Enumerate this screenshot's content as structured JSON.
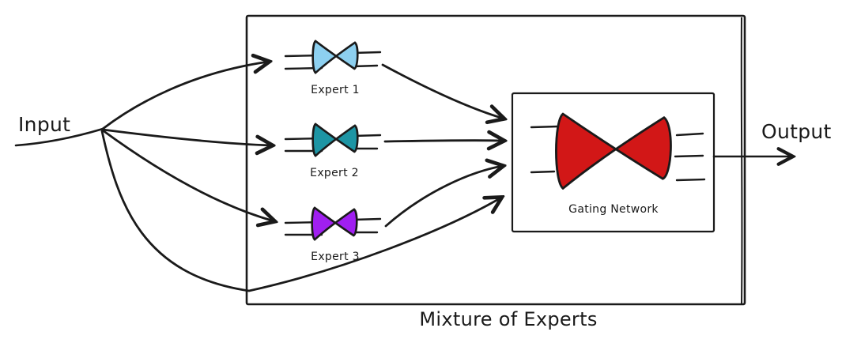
{
  "diagram": {
    "title": "Mixture of Experts",
    "input": {
      "label": "Input"
    },
    "output": {
      "label": "Output"
    },
    "experts": [
      {
        "label": "Expert 1",
        "icon": "bowtie-network-icon",
        "color": "#8dd0f0"
      },
      {
        "label": "Expert 2",
        "icon": "bowtie-network-icon",
        "color": "#1d95a4"
      },
      {
        "label": "Expert 3",
        "icon": "bowtie-network-icon",
        "color": "#a01ff0"
      }
    ],
    "gating": {
      "label": "Gating Network",
      "icon": "bowtie-network-icon",
      "color": "#d21717"
    },
    "stroke_color": "#1a1a1a",
    "background_color": "#ffffff"
  }
}
